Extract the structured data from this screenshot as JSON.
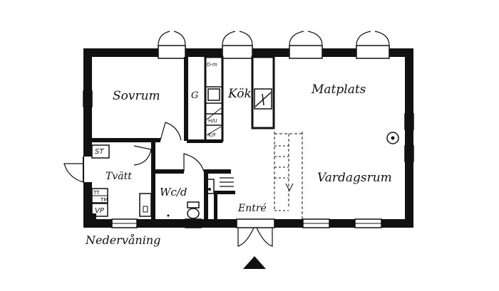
{
  "floor_label": "Nedervåning",
  "rooms": {
    "sovrum": "Sovrum",
    "kok": "Kök",
    "matplats": "Matplats",
    "vardagsrum": "Vardagsrum",
    "tvatt": "Tvätt",
    "wc": "Wc/d",
    "entre": "Entré"
  },
  "labels": {
    "g": "G",
    "st": "ST",
    "dm": "D-m",
    "vp": "VP",
    "tt": "TT",
    "tm": "TM",
    "hu": "H/U",
    "kf": "K/F"
  },
  "icons": {
    "north": "north-arrow-icon",
    "chimney": "chimney-icon",
    "toilet": "toilet-icon"
  }
}
